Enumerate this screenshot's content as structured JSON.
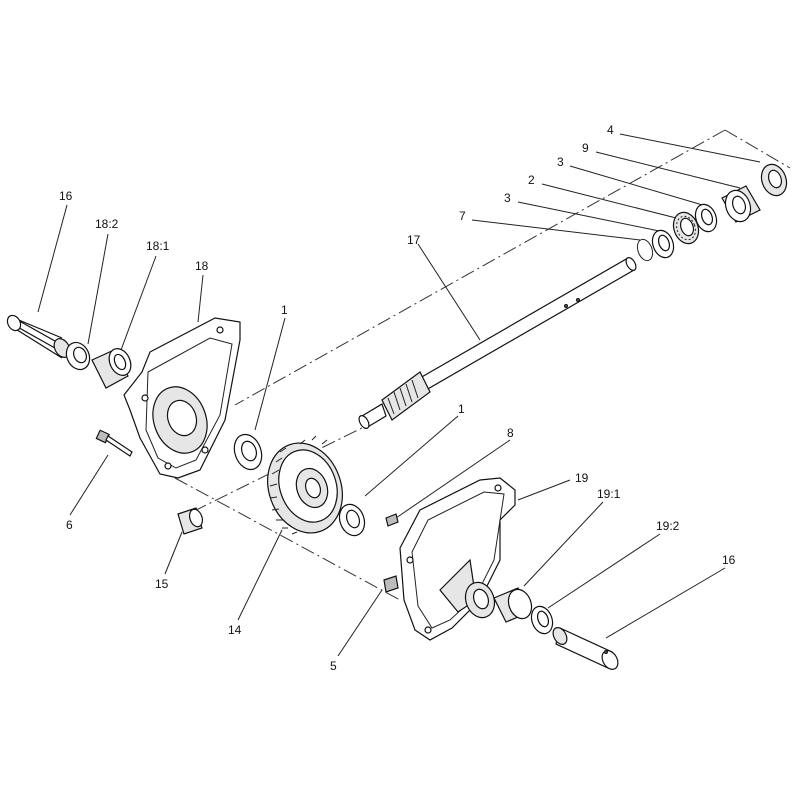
{
  "callouts": [
    {
      "id": "c-4",
      "text": "4"
    },
    {
      "id": "c-9",
      "text": "9"
    },
    {
      "id": "c-3a",
      "text": "3"
    },
    {
      "id": "c-2",
      "text": "2"
    },
    {
      "id": "c-3b",
      "text": "3"
    },
    {
      "id": "c-7",
      "text": "7"
    },
    {
      "id": "c-17",
      "text": "17"
    },
    {
      "id": "c-16a",
      "text": "16"
    },
    {
      "id": "c-18-2",
      "text": "18:2"
    },
    {
      "id": "c-18-1",
      "text": "18:1"
    },
    {
      "id": "c-18",
      "text": "18"
    },
    {
      "id": "c-1a",
      "text": "1"
    },
    {
      "id": "c-1b",
      "text": "1"
    },
    {
      "id": "c-8",
      "text": "8"
    },
    {
      "id": "c-19",
      "text": "19"
    },
    {
      "id": "c-19-1",
      "text": "19:1"
    },
    {
      "id": "c-19-2",
      "text": "19:2"
    },
    {
      "id": "c-16b",
      "text": "16"
    },
    {
      "id": "c-6",
      "text": "6"
    },
    {
      "id": "c-15",
      "text": "15"
    },
    {
      "id": "c-14",
      "text": "14"
    },
    {
      "id": "c-5",
      "text": "5"
    }
  ]
}
